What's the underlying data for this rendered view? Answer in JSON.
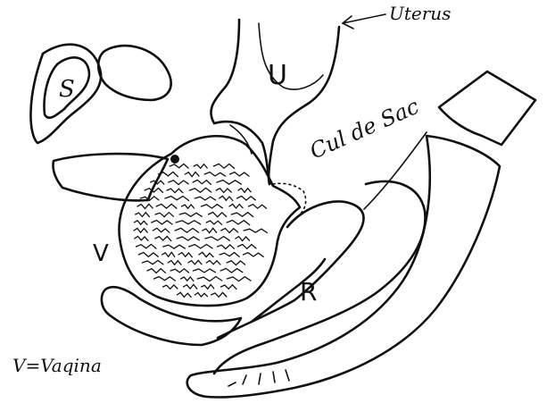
{
  "labels": {
    "uterus_label": "Uterus",
    "uterus_letter": "U",
    "cul_de_sac_label": "Cul de Sac",
    "bladder_letter": "S",
    "vagina_letter": "V",
    "rectum_letter": "R",
    "legend": "V=Vaqina"
  },
  "colors": {
    "ink": "#111111",
    "background": "#ffffff"
  }
}
